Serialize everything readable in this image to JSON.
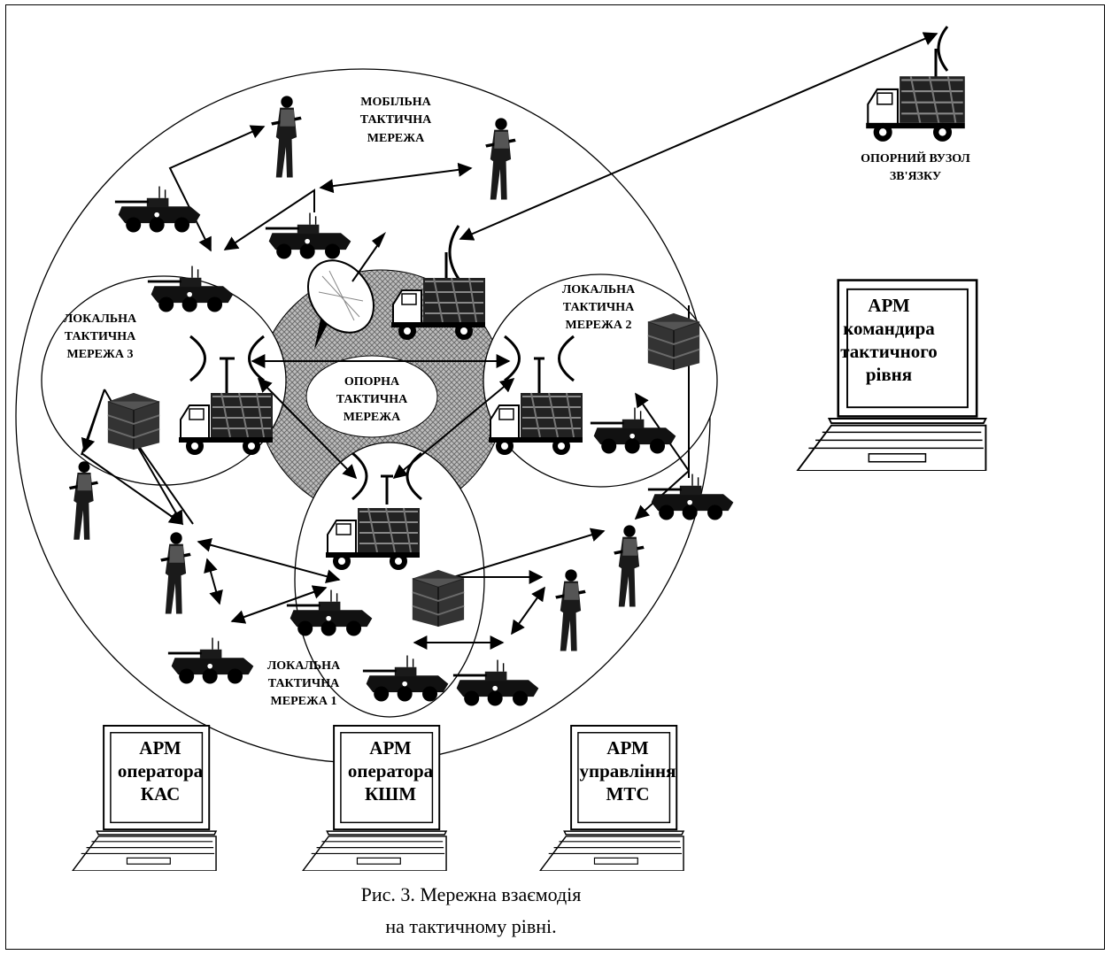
{
  "networks": {
    "mobile": [
      "МОБІЛЬНА",
      "ТАКТИЧНА",
      "МЕРЕЖА"
    ],
    "backbone": [
      "ОПОРНА",
      "ТАКТИЧНА",
      "МЕРЕЖА"
    ],
    "local1": [
      "ЛОКАЛЬНА",
      "ТАКТИЧНА",
      "МЕРЕЖА 1"
    ],
    "local2": [
      "ЛОКАЛЬНА",
      "ТАКТИЧНА",
      "МЕРЕЖА 2"
    ],
    "local3": [
      "ЛОКАЛЬНА",
      "ТАКТИЧНА",
      "МЕРЕЖА 3"
    ],
    "hub": [
      "ОПОРНИЙ ВУЗОЛ",
      "ЗВ'ЯЗКУ"
    ]
  },
  "workstations": {
    "commander": [
      "АРМ",
      "командира",
      "тактичного",
      "рівня"
    ],
    "kas": [
      "АРМ",
      "оператора",
      "КАС"
    ],
    "kshm": [
      "АРМ",
      "оператора",
      "КШМ"
    ],
    "mts": [
      "АРМ",
      "управління",
      "МТС"
    ]
  },
  "caption": {
    "line1": "Рис. 3. Мережна взаємодія",
    "line2": "на тактичному рівні."
  },
  "colors": {
    "line": "#000000",
    "hatch": "#7a7a7a",
    "background": "#ffffff"
  }
}
